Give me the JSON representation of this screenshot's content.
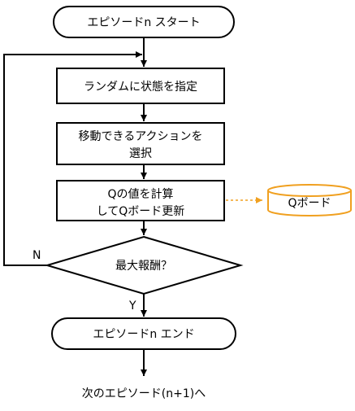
{
  "diagram": {
    "start_label": "エピソードn スタート",
    "step1_label": "ランダムに状態を指定",
    "step2_line1": "移動できるアクションを",
    "step2_line2": "選択",
    "step3_line1": "Qの値を計算",
    "step3_line2": "してQボード更新",
    "store_label": "Qボード",
    "decision_label": "最大報酬？",
    "no_label": "N",
    "yes_label": "Y",
    "end_label": "エピソードn エンド",
    "next_label": "次のエピソード(n+1)へ"
  },
  "colors": {
    "line": "#000000",
    "store_border": "#f0a020",
    "store_fill": "#ffffff"
  }
}
